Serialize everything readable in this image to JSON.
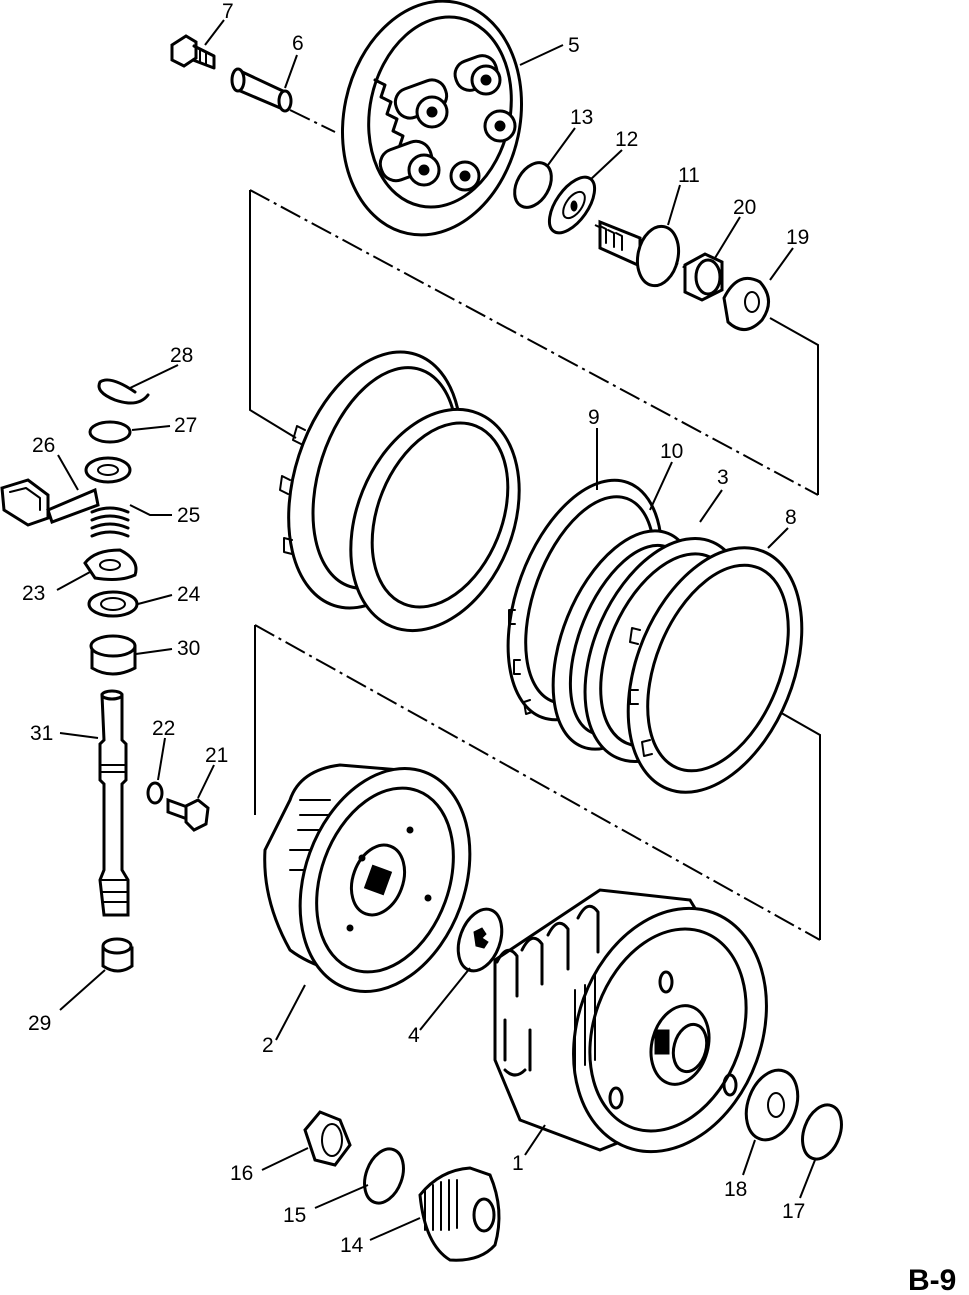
{
  "page_label": "B-9",
  "callouts": [
    {
      "id": "1",
      "text": "1"
    },
    {
      "id": "2",
      "text": "2"
    },
    {
      "id": "3",
      "text": "3"
    },
    {
      "id": "4",
      "text": "4"
    },
    {
      "id": "5",
      "text": "5"
    },
    {
      "id": "6",
      "text": "6"
    },
    {
      "id": "7",
      "text": "7"
    },
    {
      "id": "8",
      "text": "8"
    },
    {
      "id": "9",
      "text": "9"
    },
    {
      "id": "10",
      "text": "10"
    },
    {
      "id": "11",
      "text": "11"
    },
    {
      "id": "12",
      "text": "12"
    },
    {
      "id": "13",
      "text": "13"
    },
    {
      "id": "14",
      "text": "14"
    },
    {
      "id": "15",
      "text": "15"
    },
    {
      "id": "16",
      "text": "16"
    },
    {
      "id": "17",
      "text": "17"
    },
    {
      "id": "18",
      "text": "18"
    },
    {
      "id": "19",
      "text": "19"
    },
    {
      "id": "20",
      "text": "20"
    },
    {
      "id": "21",
      "text": "21"
    },
    {
      "id": "22",
      "text": "22"
    },
    {
      "id": "23",
      "text": "23"
    },
    {
      "id": "24",
      "text": "24"
    },
    {
      "id": "25",
      "text": "25"
    },
    {
      "id": "26",
      "text": "26"
    },
    {
      "id": "27",
      "text": "27"
    },
    {
      "id": "28",
      "text": "28"
    },
    {
      "id": "29",
      "text": "29"
    },
    {
      "id": "30",
      "text": "30"
    },
    {
      "id": "31",
      "text": "31"
    }
  ]
}
